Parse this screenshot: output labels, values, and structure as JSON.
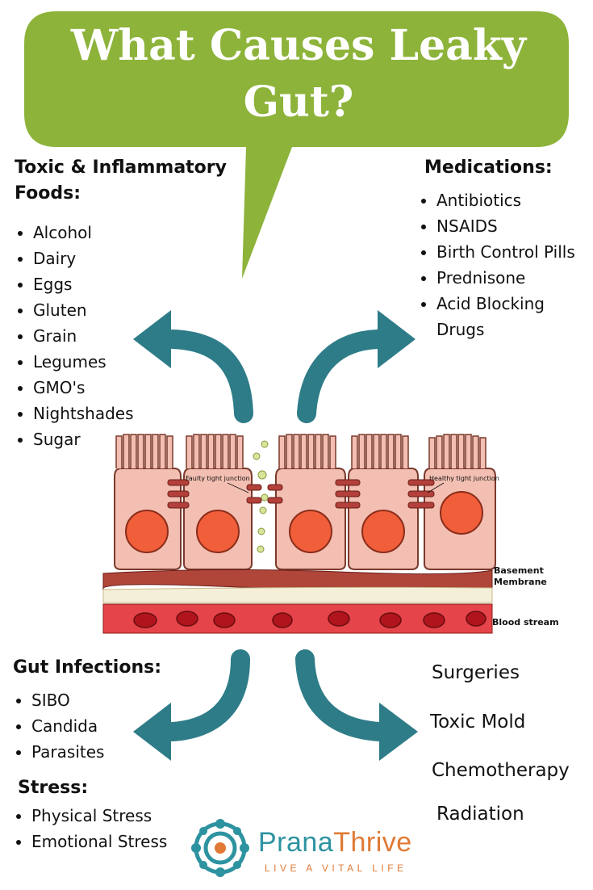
{
  "title": {
    "line1": "What Causes Leaky",
    "line2": "Gut?"
  },
  "colors": {
    "bubble": "#8db33a",
    "arrow": "#2e7c88",
    "cell": "#f3bfb2",
    "nucleus": "#f15e3a",
    "blood": "#e5444a",
    "logo_teal": "#2e93a0",
    "logo_orange": "#e07a36"
  },
  "toxic_foods": {
    "heading_line1": "Toxic & Inflammatory",
    "heading_line2": "Foods:",
    "items": [
      "Alcohol",
      "Dairy",
      "Eggs",
      "Gluten",
      "Grain",
      "Legumes",
      "GMO's",
      "Nightshades",
      "Sugar"
    ]
  },
  "medications": {
    "heading": "Medications:",
    "items": [
      "Antibiotics",
      "NSAIDS",
      "Birth Control Pills",
      "Prednisone",
      "Acid Blocking"
    ],
    "continuation": "Drugs"
  },
  "gut_infections": {
    "heading": "Gut Infections:",
    "items": [
      "SIBO",
      "Candida",
      "Parasites"
    ]
  },
  "stress": {
    "heading": "Stress:",
    "items": [
      "Physical Stress",
      "Emotional Stress"
    ]
  },
  "other_causes": [
    "Surgeries",
    "Toxic Mold",
    "Chemotherapy",
    "Radiation"
  ],
  "diagram": {
    "label_faulty": "Faulty tight junction",
    "label_healthy": "Healthy tight junction",
    "label_basement_line1": "Basement",
    "label_basement_line2": "Membrane",
    "label_blood": "Blood stream"
  },
  "logo": {
    "name_part1": "Prana",
    "name_part2": "Thrive",
    "tagline": "LIVE A VITAL LIFE"
  }
}
